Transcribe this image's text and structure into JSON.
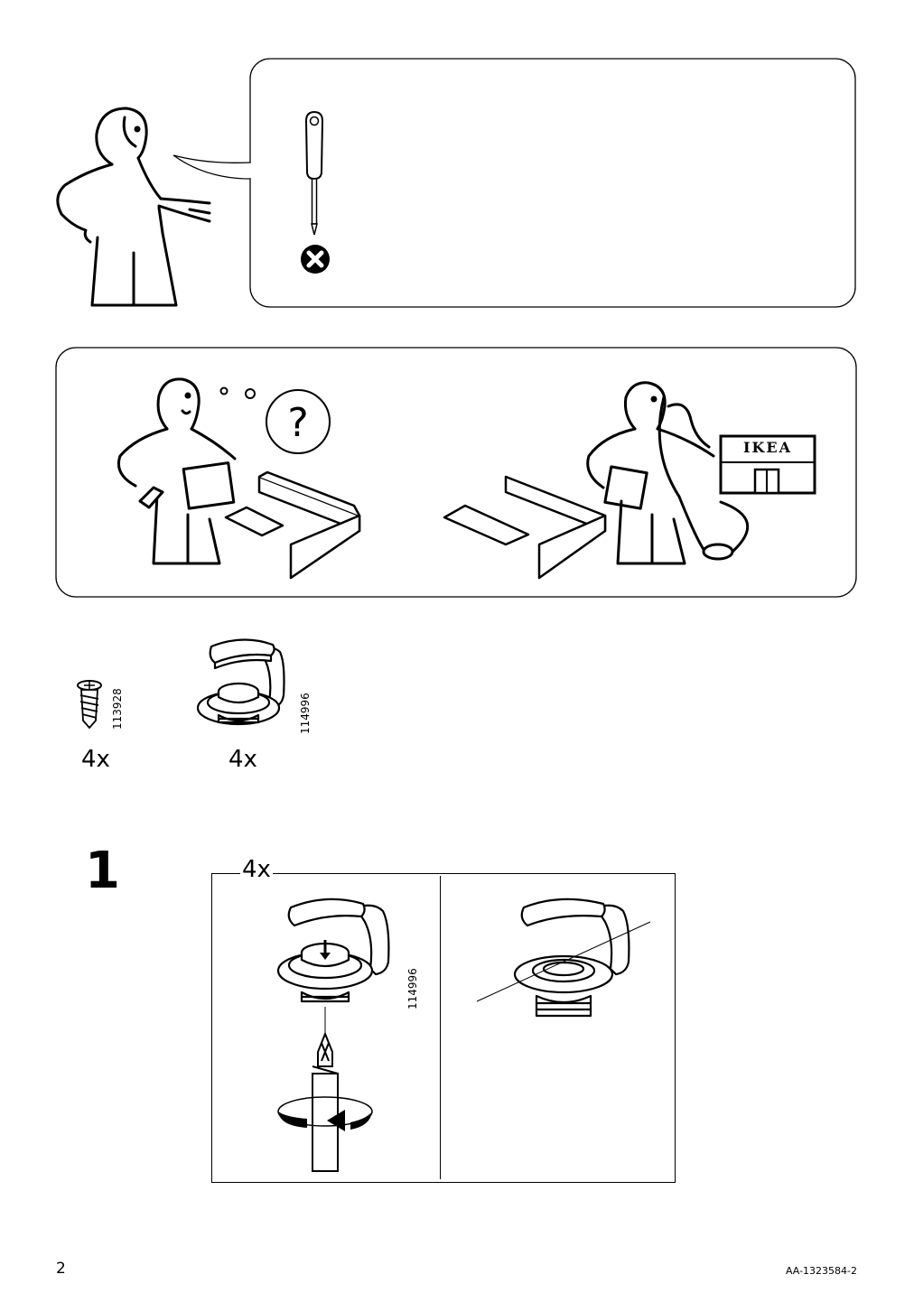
{
  "page": {
    "page_number": "2",
    "doc_id": "AA-1323584-2"
  },
  "intro_panel": {
    "tool_icon": "phillips-screwdriver-icon",
    "status_icon": "not-allowed-icon"
  },
  "help_panel": {
    "question_icon": "question-mark-icon",
    "store_sign": "IKEA"
  },
  "parts": [
    {
      "code": "113928",
      "quantity": "4x",
      "icon": "screw-icon"
    },
    {
      "code": "114996",
      "quantity": "4x",
      "icon": "cam-lock-icon"
    }
  ],
  "steps": [
    {
      "number": "1",
      "quantity": "4x",
      "part_code": "114996",
      "icons": [
        "cam-lock-icon",
        "screwdriver-bit-icon",
        "rotate-arrow-icon"
      ]
    }
  ]
}
